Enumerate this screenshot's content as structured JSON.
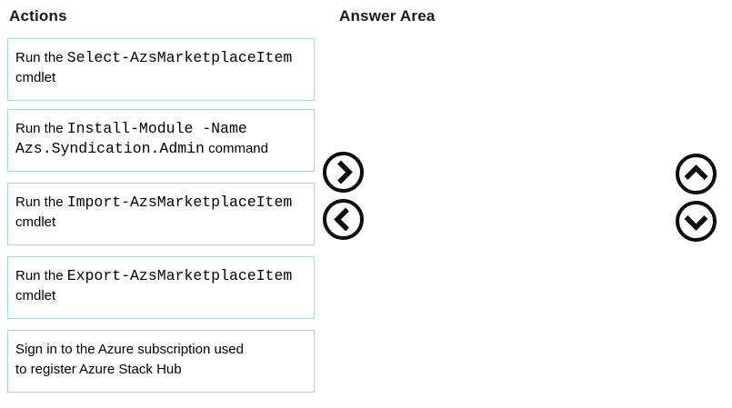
{
  "headers": {
    "actions": "Actions",
    "answer_area": "Answer Area"
  },
  "actions": {
    "items": [
      {
        "id": "select-azsmarketplaceitem",
        "lines": [
          {
            "segs": [
              {
                "text": "Run the ",
                "mono": false
              },
              {
                "text": "Select-AzsMarketplaceItem",
                "mono": true
              }
            ]
          },
          {
            "segs": [
              {
                "text": "cmdlet",
                "mono": false
              }
            ]
          }
        ]
      },
      {
        "id": "install-module",
        "lines": [
          {
            "segs": [
              {
                "text": "Run the ",
                "mono": false
              },
              {
                "text": "Install-Module -Name",
                "mono": true
              }
            ]
          },
          {
            "segs": [
              {
                "text": "Azs.Syndication.Admin",
                "mono": true
              },
              {
                "text": " command",
                "mono": false
              }
            ]
          }
        ]
      },
      {
        "id": "import-azsmarketplaceitem",
        "lines": [
          {
            "segs": [
              {
                "text": "Run the ",
                "mono": false
              },
              {
                "text": "Import-AzsMarketplaceItem",
                "mono": true
              }
            ]
          },
          {
            "segs": [
              {
                "text": "cmdlet",
                "mono": false
              }
            ]
          }
        ]
      },
      {
        "id": "export-azsmarketplaceitem",
        "lines": [
          {
            "segs": [
              {
                "text": "Run the ",
                "mono": false
              },
              {
                "text": "Export-AzsMarketplaceItem",
                "mono": true
              }
            ]
          },
          {
            "segs": [
              {
                "text": "cmdlet",
                "mono": false
              }
            ]
          }
        ]
      },
      {
        "id": "sign-in-azure",
        "lines": [
          {
            "segs": [
              {
                "text": "Sign in to the Azure subscription used",
                "mono": false
              }
            ]
          },
          {
            "segs": [
              {
                "text": "to register Azure Stack Hub",
                "mono": false
              }
            ]
          }
        ]
      }
    ]
  },
  "controls": {
    "move_right": {
      "icon": "chevron-right"
    },
    "move_left": {
      "icon": "chevron-left"
    },
    "move_up": {
      "icon": "chevron-up"
    },
    "move_down": {
      "icon": "chevron-down"
    }
  },
  "colors": {
    "background": "#ffffff",
    "box_border": "#a7d3e1",
    "text": "#000000",
    "arrow": "#0d0d0d"
  }
}
